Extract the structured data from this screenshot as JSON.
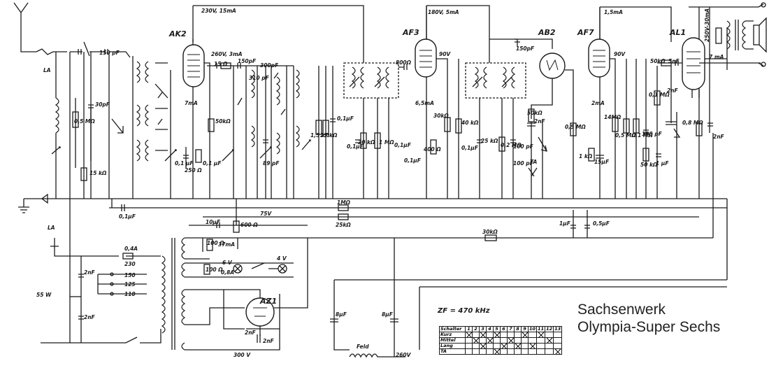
{
  "title": {
    "line1": "Sachsenwerk",
    "line2": "Olympia-Super Sechs"
  },
  "tubes": [
    {
      "id": "AK2",
      "label": "AK2",
      "supply": "230V, 15mA"
    },
    {
      "id": "AF3",
      "label": "AF3",
      "supply": "180V, 5mA"
    },
    {
      "id": "AB2",
      "label": "AB2"
    },
    {
      "id": "AF7",
      "label": "AF7",
      "supply": "1,5mA"
    },
    {
      "id": "AL1",
      "label": "AL1",
      "supply": "250V-30mA"
    },
    {
      "id": "AZ1",
      "label": "AZ1"
    }
  ],
  "labels": {
    "antenna": "LA",
    "mains_antenna": "LA",
    "c150pf": "150 pF",
    "c30pf": "30pF",
    "r05": "0,5 MΩ",
    "r15k": "15 kΩ",
    "ak2_anode": "260V, 3mA",
    "r15": "15 Ω",
    "c150pf2": "150pF",
    "c300pf": "300pF",
    "c310pf": "310 pF",
    "r50k": "50kΩ",
    "i7ma": "7mA",
    "c01": "0,1 μF",
    "r250": "250 Ω",
    "c01b": "0,1 μF",
    "c89": "89 pF",
    "r15k2": "1,5 kΩ",
    "r25k": "25 kΩ",
    "c01c": "0,1μF",
    "c01d": "0,1μF",
    "r30k": "30 kΩ",
    "r1m": "1 MΩ",
    "c01e": "0,1μF",
    "r800": "800Ω",
    "af3_screen": "90V",
    "i65": "6,5mA",
    "r30k2": "30kΩ",
    "r400": "400 Ω",
    "c01f": "0,1μF",
    "r40k": "40 kΩ",
    "c01g": "0,1μF",
    "r25k2": "25 kΩ",
    "c150pf3": "150pF",
    "r02m": "0,2 MΩ",
    "c100pf": "100 pF",
    "c100pf2": "100 pF",
    "r50k2": "50kΩ",
    "c2nf": "2nF",
    "r05m": "0,5 MΩ",
    "ta": "TA",
    "r1k": "1 kΩ",
    "c15": "15μF",
    "af7_screen": "90V",
    "i2ma": "2mA",
    "r14m": "14MΩ",
    "r05m2": "0,5 MΩ",
    "r01m": "0,1 MΩ",
    "c100": "100 pF",
    "r50k3": "50 kΩ",
    "c1": "1 μF",
    "r50k4": "50kΩ",
    "c5nf": "5nF",
    "r01m2": "0,1 MΩ",
    "c2nf2": "2nF",
    "r08m": "0,8 MΩ",
    "c2nf3": "2nF",
    "al1_ma": "7 mA",
    "c01h": "0,1μF",
    "r1mohm": "1MΩ",
    "r25kohm": "25kΩ",
    "v75": "75V",
    "c10": "10μF",
    "r600": "600 Ω",
    "r100": "100 Ω",
    "i37": "37mA",
    "r30k3": "30kΩ",
    "c1uf": "1μF",
    "c05": "0,5μF",
    "fuse": "0,4A",
    "v230": "230",
    "v150": "150",
    "v125": "125",
    "v110": "110",
    "c2nf4": "2nF",
    "c2nf5": "2nF",
    "w55": "55 W",
    "r100b": "100 Ω",
    "v6": "6 V",
    "a08": "0,8A",
    "v4": "4 V",
    "c2nf6": "2nF",
    "c2nf7": "2nF",
    "c8": "8μF",
    "c8b": "8μF",
    "feld": "Feld",
    "v300": "300 V",
    "v260": "260V"
  },
  "zf": "ZF = 470 kHz",
  "switch_table": {
    "header_label": "Schalter",
    "columns": [
      "1",
      "2",
      "3",
      "4",
      "5",
      "6",
      "7",
      "8",
      "9",
      "10",
      "11",
      "12",
      "13"
    ],
    "rows": [
      {
        "label": "Kurz",
        "marks": [
          1,
          0,
          1,
          0,
          1,
          0,
          0,
          0,
          1,
          0,
          1,
          0,
          0
        ]
      },
      {
        "label": "Mittel",
        "marks": [
          0,
          1,
          0,
          1,
          0,
          0,
          1,
          0,
          0,
          0,
          0,
          1,
          0
        ]
      },
      {
        "label": "Lang",
        "marks": [
          0,
          0,
          1,
          0,
          0,
          1,
          0,
          1,
          0,
          1,
          0,
          0,
          0
        ]
      },
      {
        "label": "TA",
        "marks": [
          0,
          0,
          0,
          0,
          1,
          0,
          0,
          0,
          0,
          0,
          0,
          0,
          1
        ]
      }
    ]
  }
}
